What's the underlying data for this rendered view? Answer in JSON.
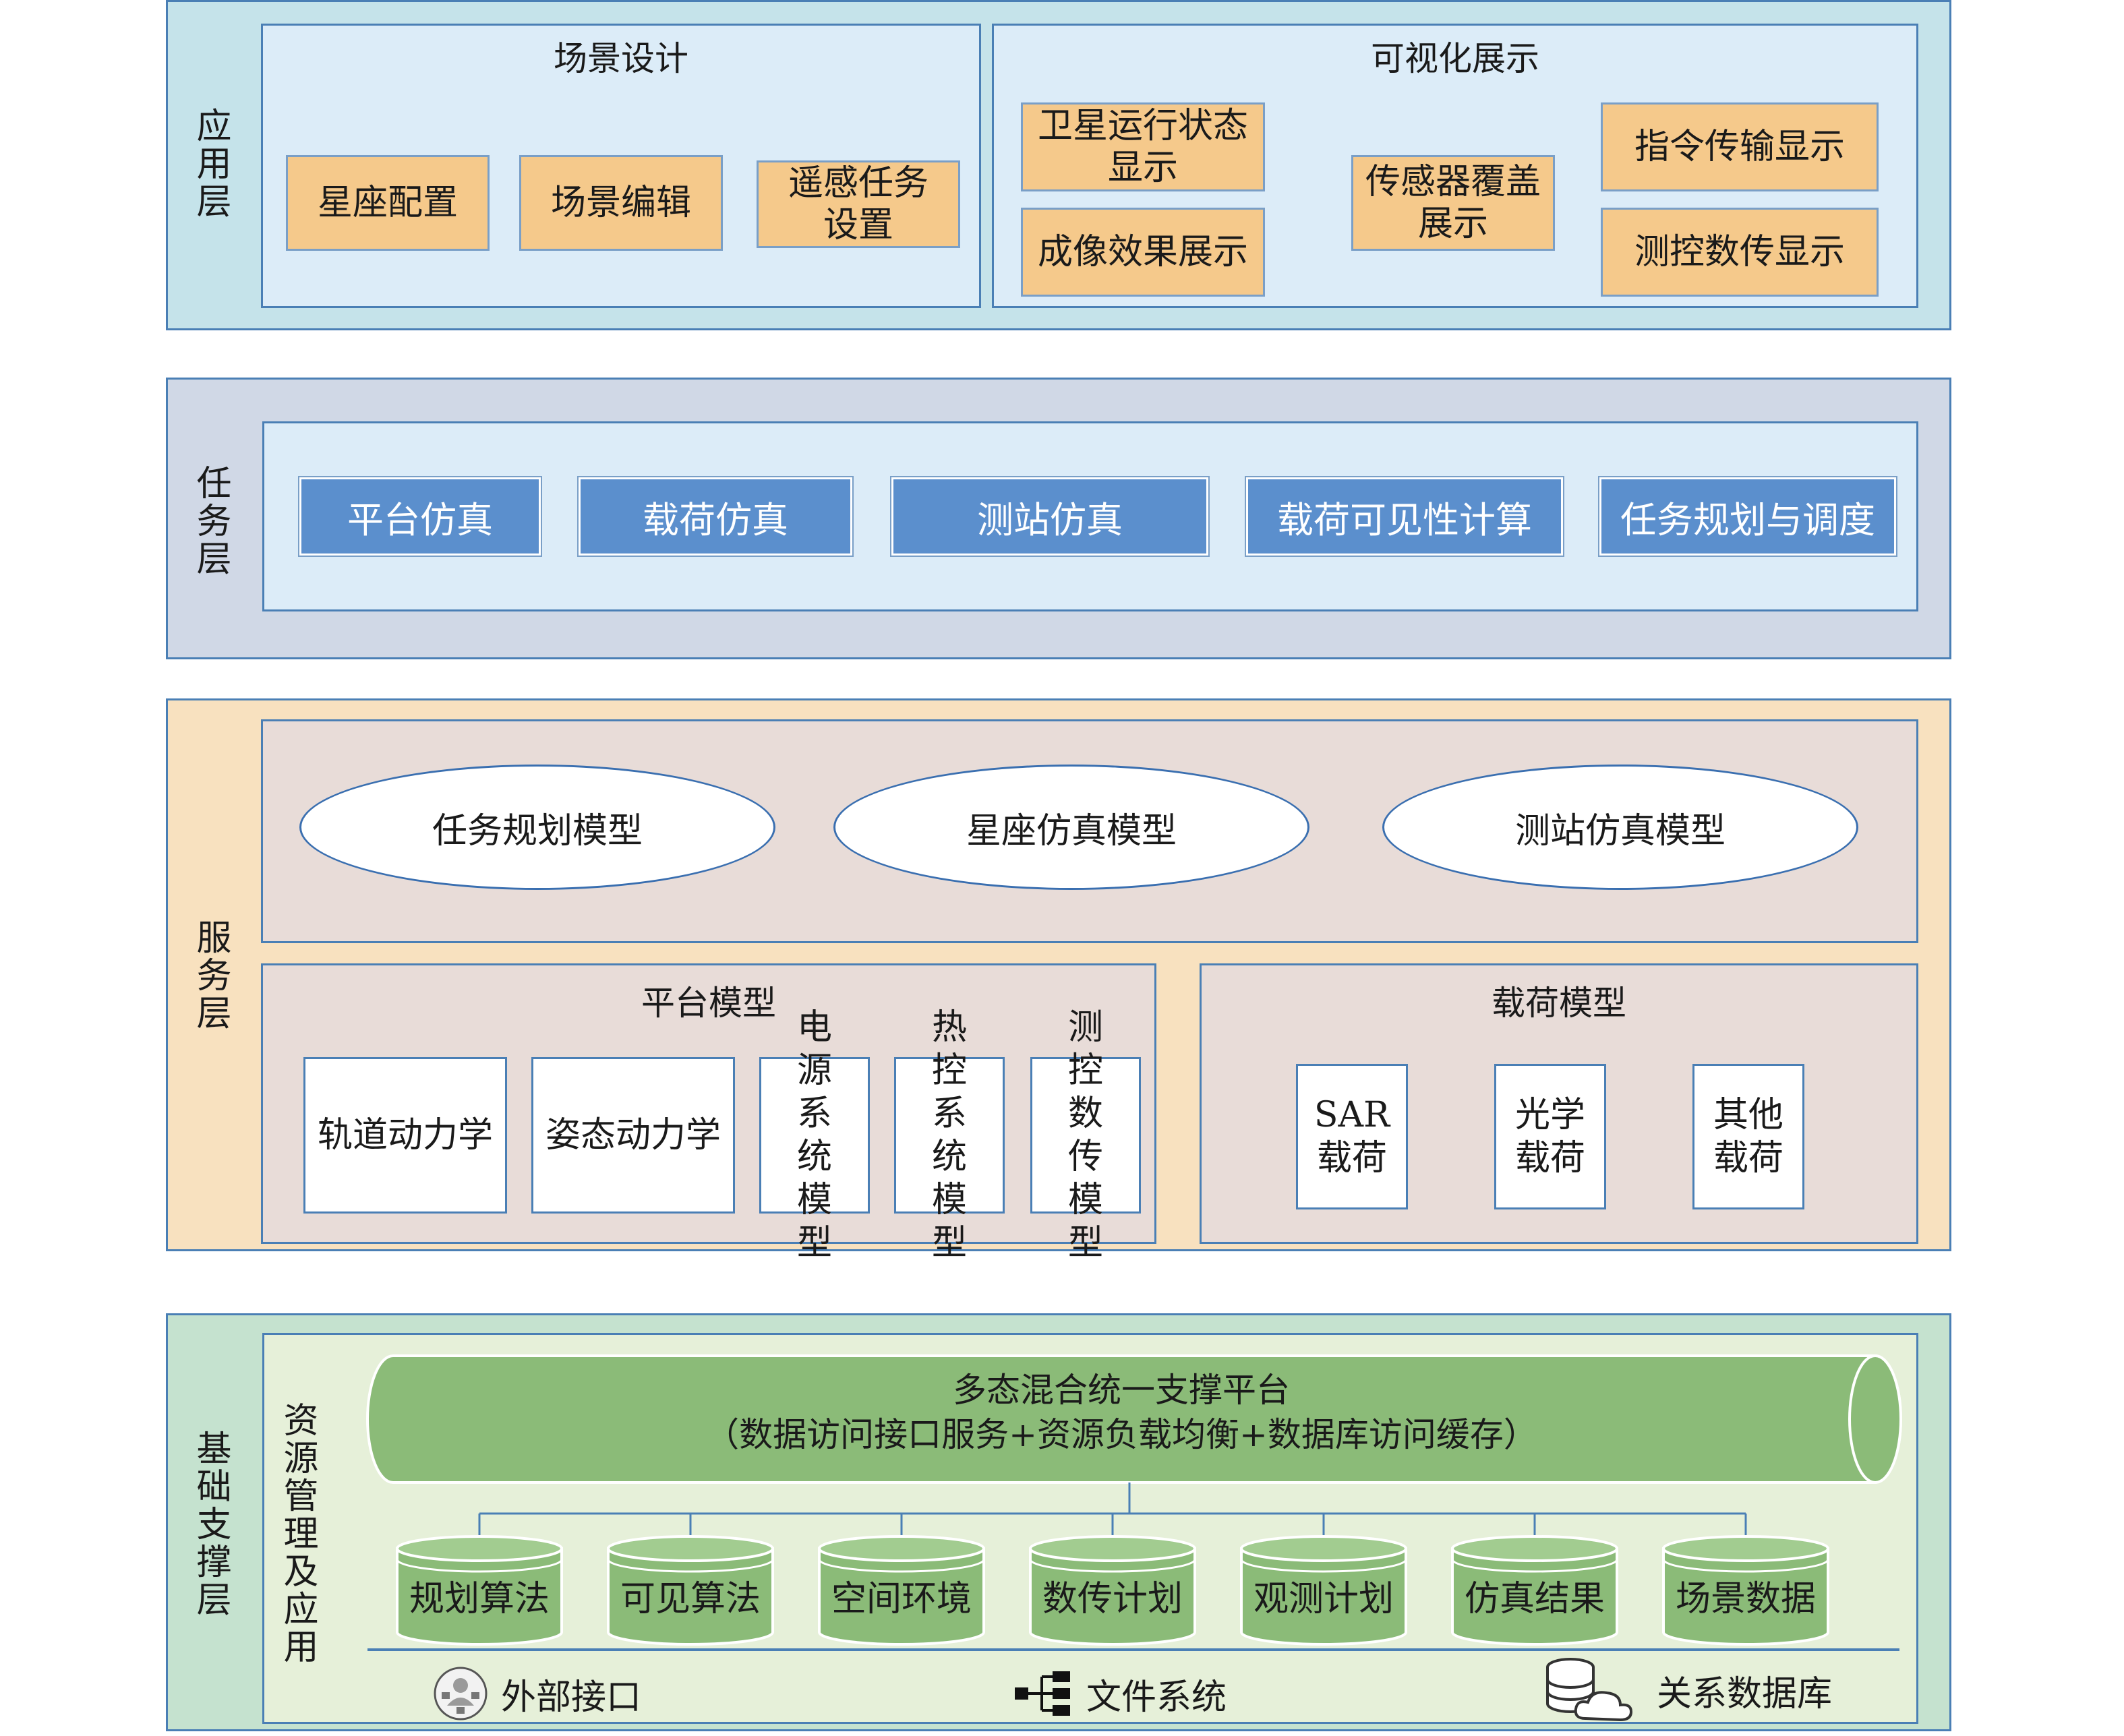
{
  "application_layer": {
    "label": "应用层",
    "scene_design": {
      "title": "场景设计",
      "items": [
        "星座配置",
        "场景编辑",
        "遥感任务设置"
      ]
    },
    "visualization": {
      "title": "可视化展示",
      "items": [
        "卫星运行状态显示",
        "成像效果展示",
        "传感器覆盖展示",
        "指令传输显示",
        "测控数传显示"
      ]
    }
  },
  "task_layer": {
    "label": "任务层",
    "items": [
      "平台仿真",
      "载荷仿真",
      "测站仿真",
      "载荷可见性计算",
      "任务规划与调度"
    ]
  },
  "service_layer": {
    "label": "服务层",
    "models": [
      "任务规划模型",
      "星座仿真模型",
      "测站仿真模型"
    ],
    "platform_model": {
      "title": "平台模型",
      "items": [
        "轨道动力学",
        "姿态动力学",
        "电源系统模型",
        "热控系统模型",
        "测控数传模型"
      ]
    },
    "payload_model": {
      "title": "载荷模型",
      "items": [
        "SAR载荷",
        "光学载荷",
        "其他载荷"
      ]
    }
  },
  "base_layer": {
    "label": "基础支撑层",
    "resource_label": "资源管理及应用",
    "platform_title": "多态混合统一支撑平台",
    "platform_subtitle": "（数据访问接口服务+资源负载均衡+数据库访问缓存）",
    "databases": [
      "规划算法",
      "可见算法",
      "空间环境",
      "数传计划",
      "观测计划",
      "仿真结果",
      "场景数据"
    ],
    "footer": {
      "external_interface": "外部接口",
      "file_system": "文件系统",
      "relational_db": "关系数据库"
    }
  },
  "colors": {
    "app_bg": "#c5e3ea",
    "task_bg": "#d0d8e6",
    "service_bg": "#f8e1bf",
    "base_bg": "#c5e2cf",
    "inner_light": "#dcecf8",
    "model_bg": "#e8dcd8",
    "orange_box": "#f5c98b",
    "blue_box": "#5b8fcd",
    "green_cyl": "#8bbb78",
    "base_inner": "#e6f0d9"
  },
  "icons": [
    "user-network-icon",
    "file-tree-icon",
    "database-cloud-icon"
  ]
}
